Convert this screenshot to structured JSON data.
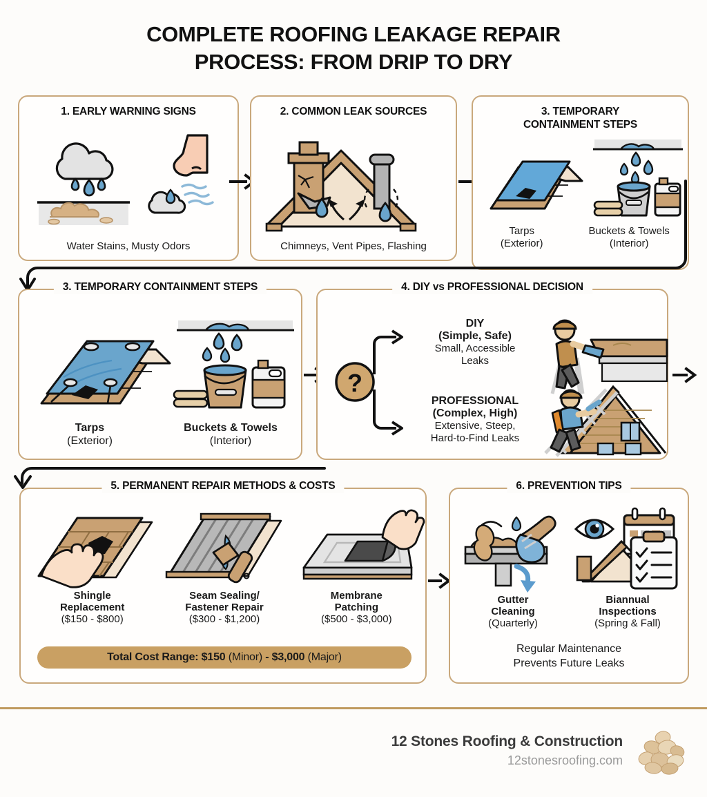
{
  "title": {
    "line1": "COMPLETE ROOFING LEAKAGE REPAIR",
    "line2": "PROCESS: FROM DRIP TO DRY"
  },
  "panels": {
    "p1": {
      "title": "1. EARLY WARNING SIGNS",
      "caption": "Water Stains, Musty Odors",
      "icons": [
        "rain-cloud-with-drops-icon",
        "water-stain-ceiling-icon",
        "nose-smelling-icon",
        "musty-odor-cloud-icon"
      ]
    },
    "p2": {
      "title": "2. COMMON LEAK SOURCES",
      "caption": "Chimneys, Vent Pipes, Flashing",
      "icons": [
        "cracked-chimney-icon",
        "vent-pipe-icon",
        "roof-gable-icon",
        "water-drop-icon"
      ]
    },
    "p3_top": {
      "title_line1": "3. TEMPORARY",
      "title_line2": "CONTAINMENT STEPS",
      "item1_bold": "Tarps",
      "item1_sub": "(Exterior)",
      "item2_bold": "Buckets & Towels",
      "item2_sub": "(Interior)",
      "icons": [
        "tarp-over-roof-icon",
        "dripping-ceiling-icon",
        "bucket-icon",
        "towels-icon",
        "jug-icon"
      ]
    },
    "p3_repeat": {
      "title": "3. TEMPORARY CONTAINMENT STEPS",
      "item1_bold": "Tarps",
      "item1_sub": "(Exterior)",
      "item2_bold": "Buckets & Towels",
      "item2_sub": "(Interior)",
      "icons": [
        "tarp-over-roof-icon",
        "dripping-ceiling-icon",
        "bucket-icon",
        "towels-icon",
        "jug-icon"
      ]
    },
    "p4": {
      "title": "4. DIY vs PROFESSIONAL DECISION",
      "question_mark": "?",
      "diy_head": "DIY",
      "diy_sub": "(Simple, Safe)",
      "diy_desc_line1": "Small, Accessible",
      "diy_desc_line2": "Leaks",
      "pro_head": "PROFESSIONAL",
      "pro_sub": "(Complex, High)",
      "pro_desc_line1": "Extensive, Steep,",
      "pro_desc_line2": "Hard-to-Find Leaks",
      "icons": [
        "question-circle-icon",
        "diy-worker-on-ladder-icon",
        "professional-roofer-icon"
      ]
    },
    "p5": {
      "title": "5. PERMANENT REPAIR METHODS & COSTS",
      "methods": [
        {
          "name_line1": "Shingle",
          "name_line2": "Replacement",
          "cost": "($150 - $800)",
          "icon": "shingle-replacement-icon"
        },
        {
          "name_line1": "Seam Sealing/",
          "name_line2": "Fastener Repair",
          "cost": "($300 - $1,200)",
          "icon": "seam-sealing-icon"
        },
        {
          "name_line1": "Membrane",
          "name_line2": "Patching",
          "cost": "($500 - $3,000)",
          "icon": "membrane-patching-icon"
        }
      ],
      "total_label": "Total Cost Range:",
      "total_min": "$150",
      "total_min_note": "(Minor)",
      "total_dash": "-",
      "total_max": "$3,000",
      "total_max_note": "(Major)"
    },
    "p6": {
      "title": "6. PREVENTION TIPS",
      "tip1_line1": "Gutter",
      "tip1_line2": "Cleaning",
      "tip1_sub": "(Quarterly)",
      "tip2_line1": "Biannual",
      "tip2_line2": "Inspections",
      "tip2_sub": "(Spring & Fall)",
      "footer_line1": "Regular Maintenance",
      "footer_line2": "Prevents Future Leaks",
      "icons": [
        "gutter-cleaning-icon",
        "eye-inspection-icon",
        "calendar-icon",
        "clipboard-checklist-icon",
        "house-roof-icon"
      ]
    }
  },
  "footer": {
    "company": "12 Stones Roofing & Construction",
    "website": "12stonesroofing.com",
    "logo": "stacked-stones-logo"
  },
  "colors": {
    "panel_border": "#c9a87c",
    "banner": "#c9a063",
    "divider": "#c09a5e",
    "background": "#fdfcfa",
    "water_blue": "#6aa5cc",
    "wood_tan": "#c9a173"
  }
}
